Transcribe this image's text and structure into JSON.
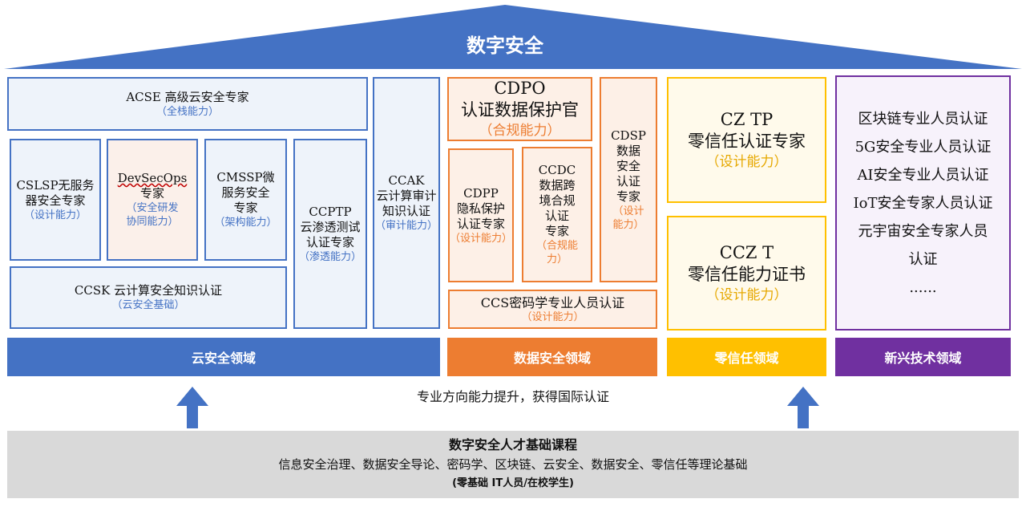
{
  "roof": {
    "title": "数字安全"
  },
  "domains": {
    "cloud": "云安全领域",
    "data": "数据安全领域",
    "zero_trust": "零信任领域",
    "emerging": "新兴技术领域"
  },
  "cloud": {
    "acse": {
      "title": "ACSE 高级云安全专家",
      "sub": "（全栈能力）"
    },
    "cslsp": {
      "lines": [
        "CSLSP无服务",
        "器安全专家"
      ],
      "sub": "（设计能力）"
    },
    "devsecops": {
      "lines": [
        "DevSecOps",
        "专家"
      ],
      "sub": [
        "（安全研发",
        "协同能力）"
      ]
    },
    "cmssp": {
      "lines": [
        "CMSSP微",
        "服务安全",
        "专家"
      ],
      "sub": "（架构能力）"
    },
    "ccptp": {
      "lines": [
        "CCPTP",
        "云渗透测试",
        "认证专家"
      ],
      "sub": "（渗透能力）"
    },
    "ccsk": {
      "title": "CCSK 云计算安全知识认证",
      "sub": "（云安全基础）"
    },
    "ccak": {
      "lines": [
        "CCAK",
        "云计算审计",
        "知识认证"
      ],
      "sub": "（审计能力）"
    }
  },
  "data": {
    "cdpo": {
      "lines": [
        "CDPO",
        "认证数据保护官"
      ],
      "sub": "（合规能力）"
    },
    "cdsp": {
      "lines": [
        "CDSP",
        "数据",
        "安全",
        "认证",
        "专家"
      ],
      "sub": [
        "（设计",
        "能力）"
      ]
    },
    "cdpp": {
      "lines": [
        "CDPP",
        "隐私保护",
        "认证专家"
      ],
      "sub": "（设计能力）"
    },
    "ccdc": {
      "lines": [
        "CCDC",
        "数据跨",
        "境合规",
        "认证",
        "专家"
      ],
      "sub": [
        "（合规能",
        "力）"
      ]
    },
    "ccs": {
      "title": "CCS密码学专业人员认证",
      "sub": "（设计能力）"
    }
  },
  "zero_trust": {
    "cztp": {
      "lines": [
        "CZ TP",
        "零信任认证专家"
      ],
      "sub": "（设计能力）"
    },
    "cczt": {
      "lines": [
        "CCZ T",
        "零信任能力证书"
      ],
      "sub": "（设计能力）"
    }
  },
  "emerging": {
    "items": [
      "区块链专业人员认证",
      "5G安全专业人员认证",
      "AI安全专业人员认证",
      "IoT安全专家人员认证",
      "元宇宙安全专家人员",
      "认证",
      "......"
    ]
  },
  "middle": {
    "text": "专业方向能力提升，获得国际认证"
  },
  "foundation": {
    "title": "数字安全人才基础课程",
    "topics": "信息安全治理、数据安全导论、密码学、区块链、云安全、数据安全、零信任等理论基础",
    "audience": "(零基础 IT人员/在校学生)"
  },
  "colors": {
    "blue": "#4472c4",
    "orange": "#ed7d31",
    "yellow": "#ffc000",
    "purple": "#7030a0",
    "foundation": "#d9d9d9"
  }
}
